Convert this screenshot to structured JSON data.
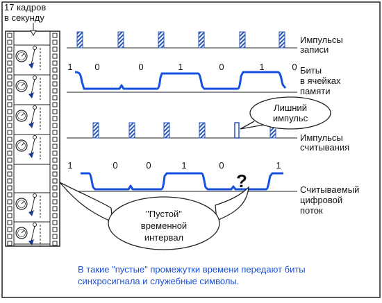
{
  "film_caption_line1": "17 кадров",
  "film_caption_line2": "в секунду",
  "labels": {
    "write_pulses": [
      "Импульсы",
      "записи"
    ],
    "cell_bits": [
      "Биты",
      "в ячейках",
      "памяти"
    ],
    "read_pulses": [
      "Импульсы",
      "считывания"
    ],
    "read_stream": [
      "Считываемый",
      "цифровой",
      "поток"
    ]
  },
  "extra_pulse_callout": [
    "Лишний",
    "импульс"
  ],
  "empty_interval_callout": [
    "\"Пустой\"",
    "временной",
    "интервал"
  ],
  "memory_bits": [
    "1",
    "0",
    "0",
    "1",
    "0",
    "1",
    "0"
  ],
  "read_bits": [
    "1",
    "0",
    "0",
    "1",
    "0",
    "1"
  ],
  "question_mark": "?",
  "footer_line1": "В такие \"пустые\" промежутки времени передают биты",
  "footer_line2": "синхросигнала и служебные символы.",
  "colors": {
    "signal": "#1550e0",
    "pulse": "#2a56b8",
    "caption": "#1a4fd6"
  }
}
